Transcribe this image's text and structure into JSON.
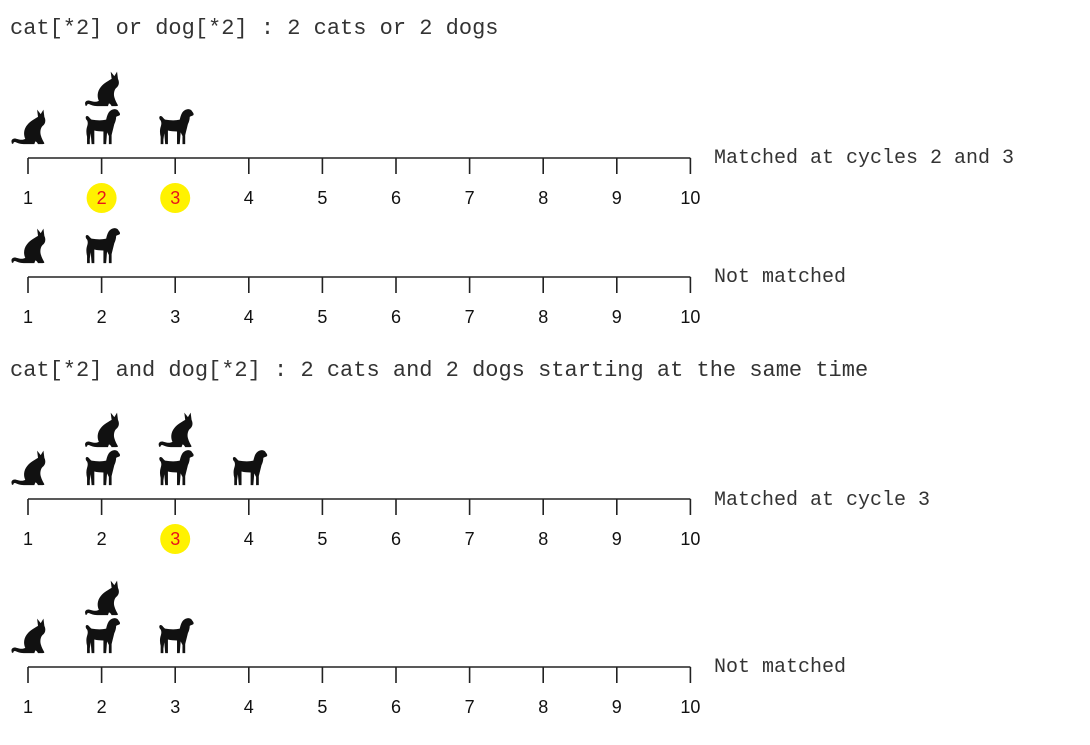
{
  "colors": {
    "text": "#333333",
    "animal": "#111111",
    "highlight_fill": "#fff200",
    "highlight_text": "#e8141c"
  },
  "icons": {
    "cat": "cat-icon",
    "dog": "dog-icon"
  },
  "sections": [
    {
      "heading": "cat[*2] or dog[*2] : 2 cats or 2 dogs",
      "timelines": [
        {
          "status": "Matched at cycles 2 and 3",
          "ticks": [
            "1",
            "2",
            "3",
            "4",
            "5",
            "6",
            "7",
            "8",
            "9",
            "10"
          ],
          "highlighted_cycles": [
            2,
            3
          ],
          "events": [
            {
              "cycle": 1,
              "animals": [
                "cat"
              ]
            },
            {
              "cycle": 2,
              "animals": [
                "dog",
                "cat"
              ]
            },
            {
              "cycle": 3,
              "animals": [
                "dog"
              ]
            }
          ]
        },
        {
          "status": "Not matched",
          "ticks": [
            "1",
            "2",
            "3",
            "4",
            "5",
            "6",
            "7",
            "8",
            "9",
            "10"
          ],
          "highlighted_cycles": [],
          "events": [
            {
              "cycle": 1,
              "animals": [
                "cat"
              ]
            },
            {
              "cycle": 2,
              "animals": [
                "dog"
              ]
            }
          ]
        }
      ]
    },
    {
      "heading": "cat[*2] and dog[*2] : 2 cats and 2 dogs starting at the same time",
      "timelines": [
        {
          "status": "Matched at cycle 3",
          "ticks": [
            "1",
            "2",
            "3",
            "4",
            "5",
            "6",
            "7",
            "8",
            "9",
            "10"
          ],
          "highlighted_cycles": [
            3
          ],
          "events": [
            {
              "cycle": 1,
              "animals": [
                "cat"
              ]
            },
            {
              "cycle": 2,
              "animals": [
                "dog",
                "cat"
              ]
            },
            {
              "cycle": 3,
              "animals": [
                "dog",
                "cat"
              ]
            },
            {
              "cycle": 4,
              "animals": [
                "dog"
              ]
            }
          ]
        },
        {
          "status": "Not matched",
          "ticks": [
            "1",
            "2",
            "3",
            "4",
            "5",
            "6",
            "7",
            "8",
            "9",
            "10"
          ],
          "highlighted_cycles": [],
          "events": [
            {
              "cycle": 1,
              "animals": [
                "cat"
              ]
            },
            {
              "cycle": 2,
              "animals": [
                "dog",
                "cat"
              ]
            },
            {
              "cycle": 3,
              "animals": [
                "dog"
              ]
            }
          ]
        }
      ]
    }
  ]
}
